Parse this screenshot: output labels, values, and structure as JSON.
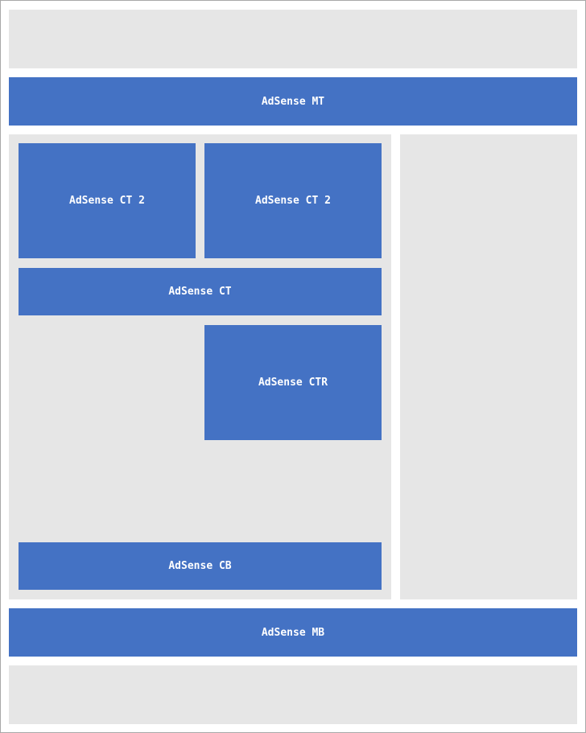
{
  "layout": {
    "header_area": "",
    "sidebar_area": "",
    "content_area": "",
    "footer_area": ""
  },
  "ads": {
    "main_top": "AdSense MT",
    "content_top_2_left": "AdSense CT 2",
    "content_top_2_right": "AdSense CT 2",
    "content_top": "AdSense CT",
    "content_top_right": "AdSense CTR",
    "content_bottom": "AdSense CB",
    "main_bottom": "AdSense MB"
  },
  "colors": {
    "ad_block": "#4472c4",
    "area_block": "#e6e6e6",
    "ad_text": "#ffffff",
    "frame_border": "#a8a8a8"
  }
}
